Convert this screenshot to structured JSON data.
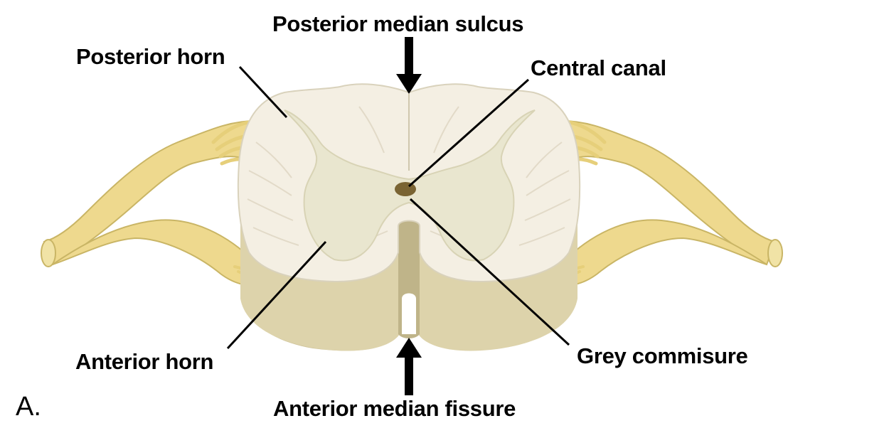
{
  "figure": {
    "panel_letter": "A.",
    "labels": {
      "posterior_median_sulcus": "Posterior median sulcus",
      "posterior_horn": "Posterior horn",
      "central_canal": "Central canal",
      "anterior_horn": "Anterior horn",
      "grey_commisure": "Grey commisure",
      "anterior_median_fissure": "Anterior median fissure"
    },
    "colors": {
      "white_matter": "#f4efe3",
      "grey_matter": "#e9e6cf",
      "cord_side": "#cfc49a",
      "nerve": "#eed98e",
      "nerve_outline": "#c9b565",
      "central_canal": "#7a6433",
      "leader_line": "#000000"
    }
  }
}
